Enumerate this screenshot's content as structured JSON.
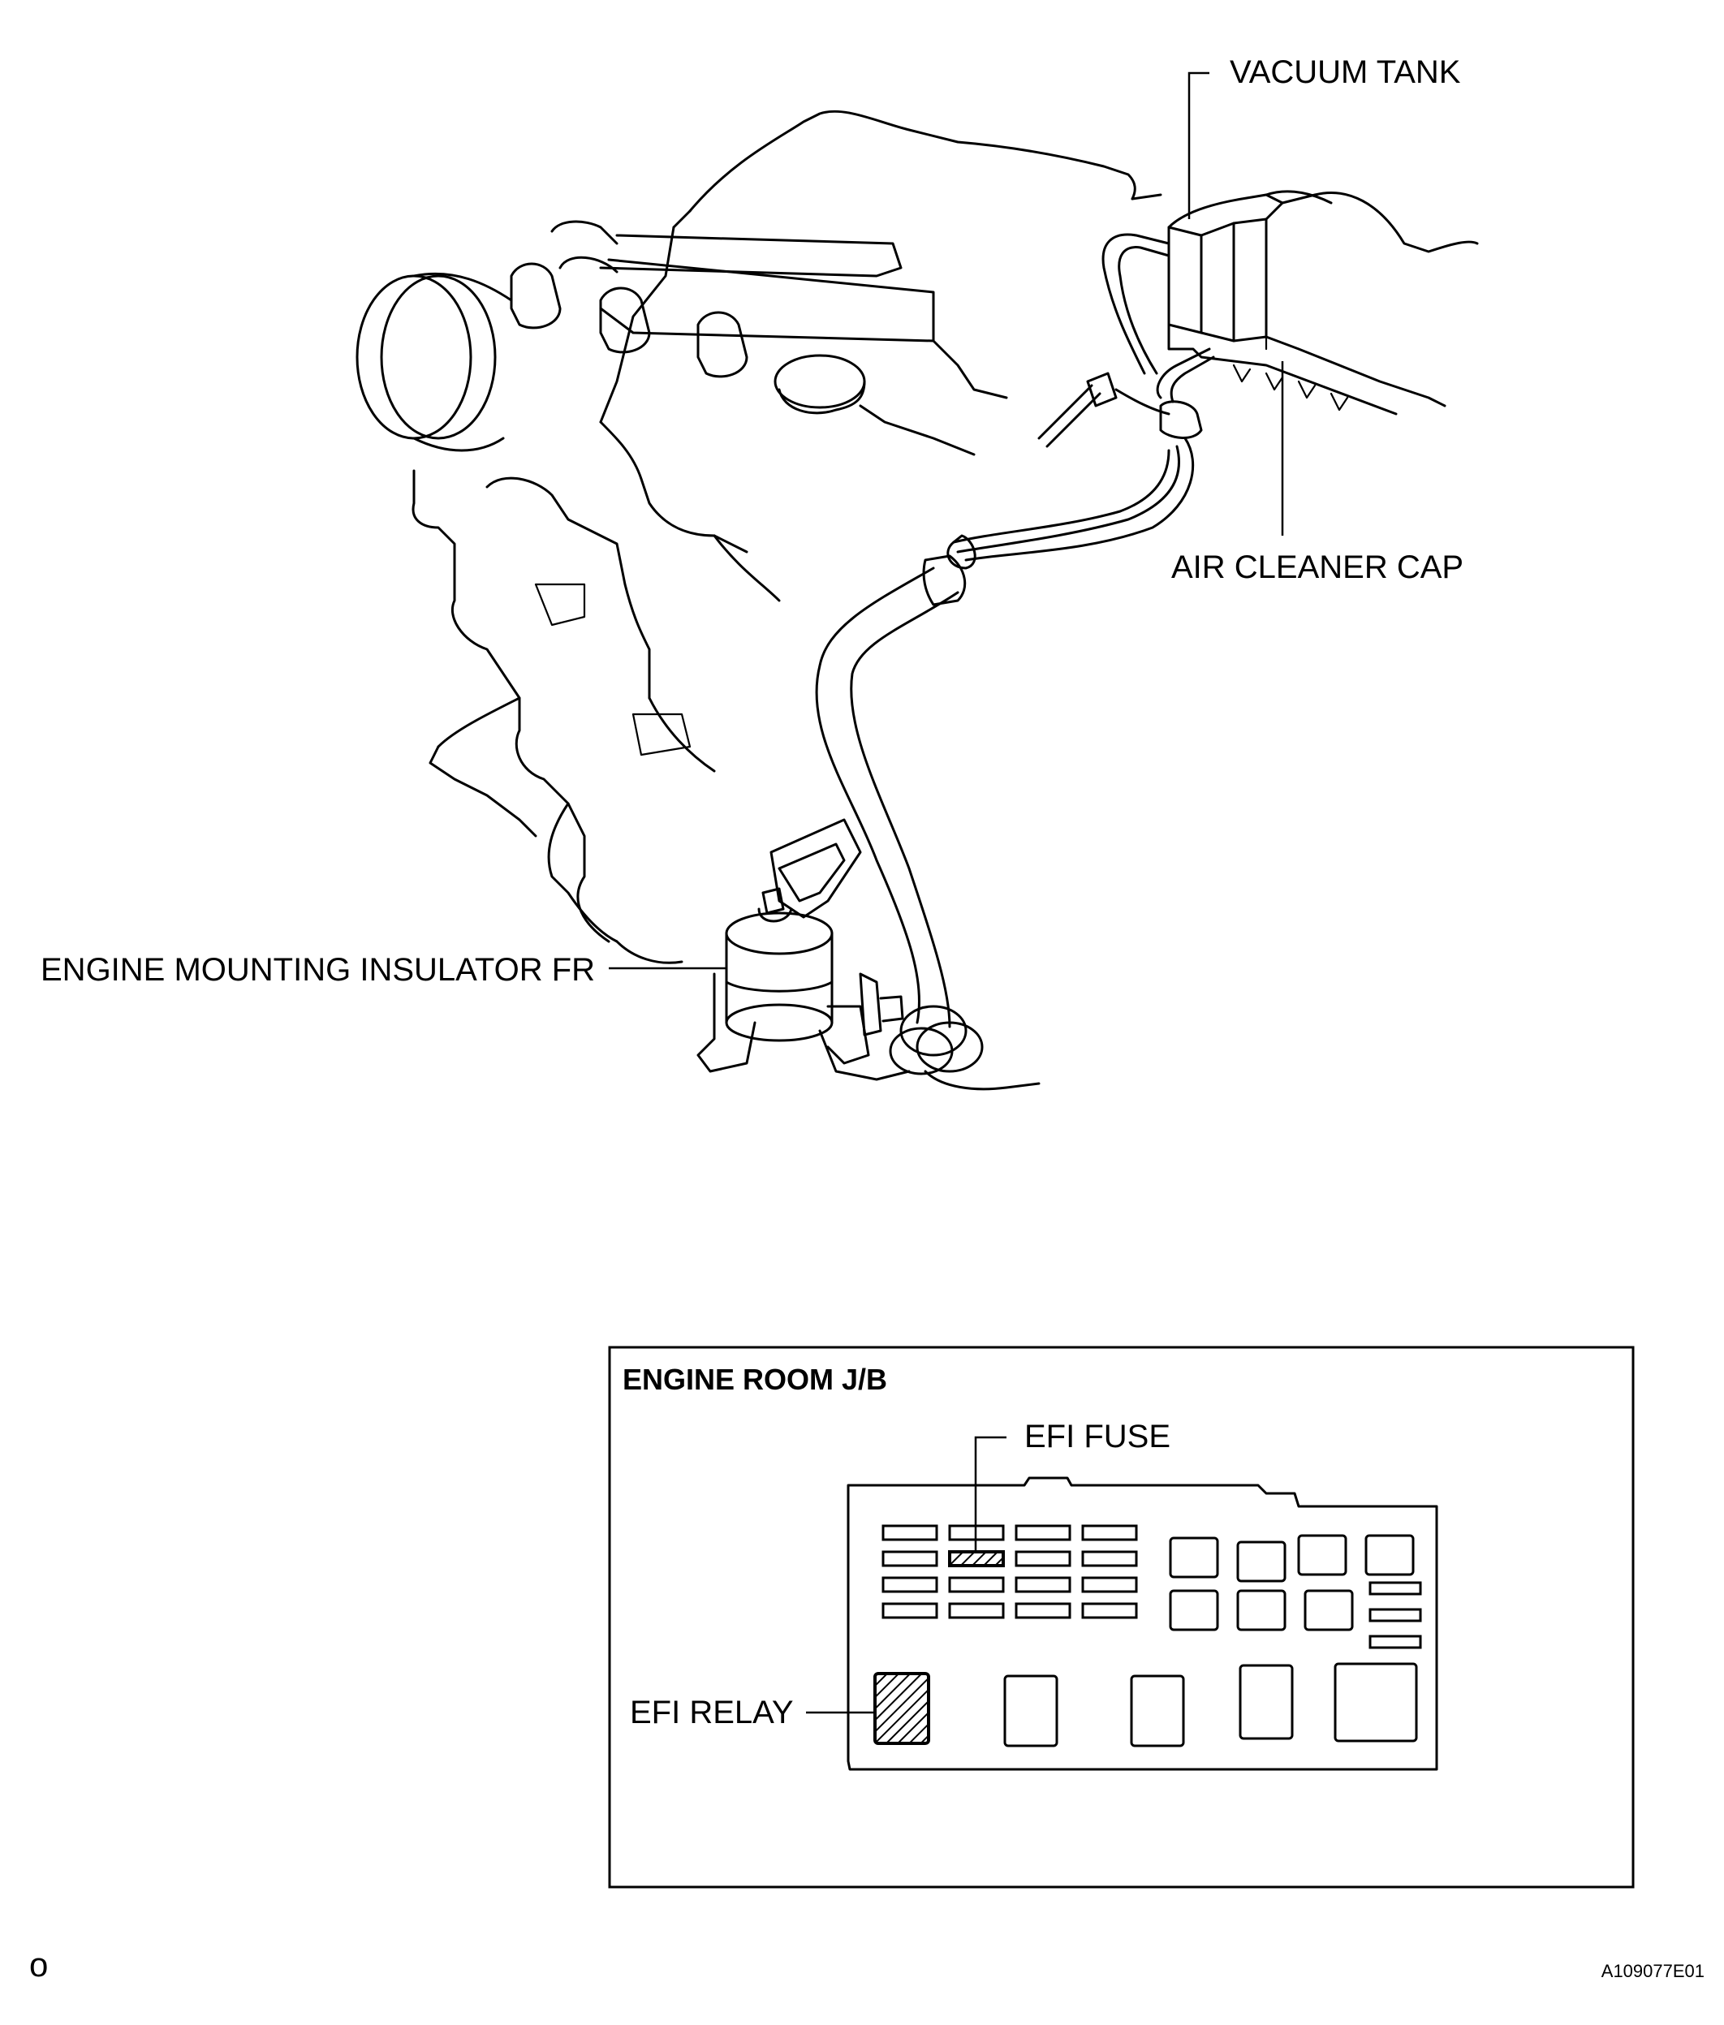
{
  "labels": {
    "vacuum_tank": "VACUUM TANK",
    "air_cleaner_cap": "AIR CLEANER CAP",
    "engine_mounting_insulator": "ENGINE MOUNTING INSULATOR FR",
    "engine_room_jb": "ENGINE ROOM J/B",
    "efi_fuse": "EFI FUSE",
    "efi_relay": "EFI RELAY"
  },
  "corner_mark": "o",
  "figure_id": "A109077E01",
  "colors": {
    "ink": "#000000",
    "paper": "#ffffff"
  }
}
